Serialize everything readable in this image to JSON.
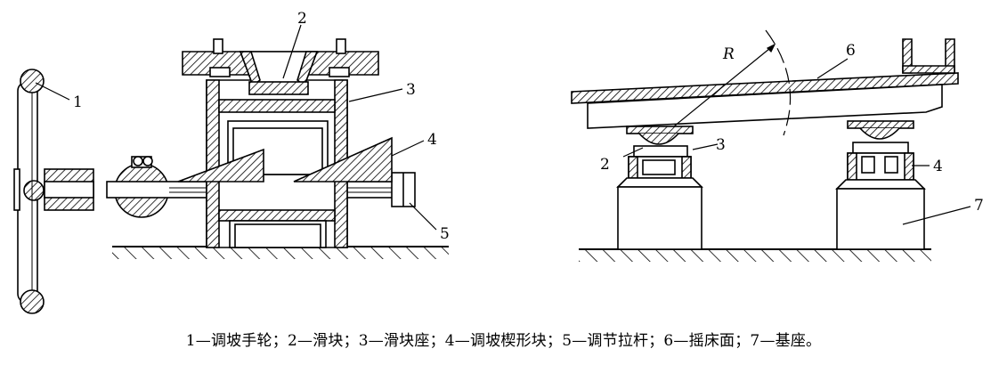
{
  "left_view": {
    "labels": [
      "1",
      "2",
      "3",
      "4",
      "5"
    ]
  },
  "right_view": {
    "labels": [
      "R",
      "6",
      "2",
      "3",
      "4",
      "7"
    ]
  },
  "caption": "1—调坡手轮；2—滑块；3—滑块座；4—调坡楔形块；5—调节拉杆；6—摇床面；7—基座。",
  "colors": {
    "line": "#000000",
    "background": "#ffffff"
  }
}
